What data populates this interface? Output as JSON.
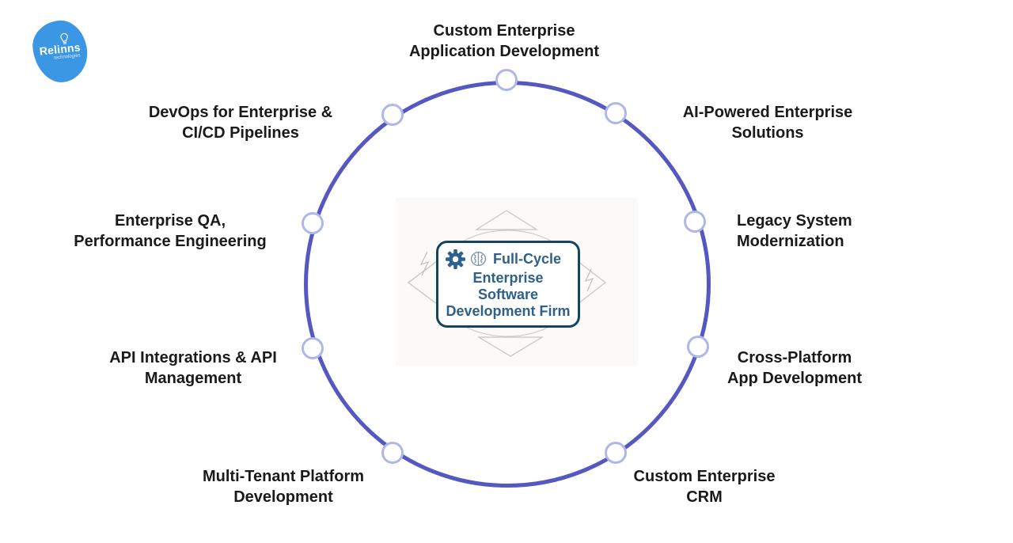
{
  "logo": {
    "brand": "Relinns",
    "tagline": "technologies",
    "color": "#3b97e3"
  },
  "center": {
    "line1": "Full-Cycle",
    "line2": "Enterprise",
    "line3": "Software",
    "line4": "Development Firm",
    "icons": [
      "gear-icon",
      "brain-icon"
    ],
    "box_border_color": "#16445e",
    "text_color": "#2d6187"
  },
  "services": [
    {
      "id": "custom-app-dev",
      "position": "top",
      "line1": "Custom Enterprise",
      "line2": "Application Development"
    },
    {
      "id": "ai-solutions",
      "position": "upper-right",
      "line1": "AI-Powered Enterprise",
      "line2": "Solutions"
    },
    {
      "id": "legacy-modern",
      "position": "right",
      "line1": "Legacy System",
      "line2": "Modernization"
    },
    {
      "id": "cross-platform",
      "position": "lower-right",
      "line1": "Cross-Platform",
      "line2": "App Development"
    },
    {
      "id": "custom-crm",
      "position": "bottom-right",
      "line1": "Custom Enterprise",
      "line2": "CRM"
    },
    {
      "id": "multi-tenant",
      "position": "bottom-left",
      "line1": "Multi-Tenant Platform",
      "line2": "Development"
    },
    {
      "id": "api-management",
      "position": "lower-left",
      "line1": "API Integrations & API",
      "line2": "Management"
    },
    {
      "id": "enterprise-qa",
      "position": "left",
      "line1": "Enterprise QA,",
      "line2": "Performance Engineering"
    },
    {
      "id": "devops-cicd",
      "position": "upper-left",
      "line1": "DevOps for Enterprise &",
      "line2": "CI/CD Pipelines"
    }
  ],
  "colors": {
    "ring": "#5558c0",
    "node_border": "#aeb7ea",
    "label_text": "#1a1a1a",
    "decor_gray": "#c9c7c5",
    "background": "#ffffff"
  }
}
